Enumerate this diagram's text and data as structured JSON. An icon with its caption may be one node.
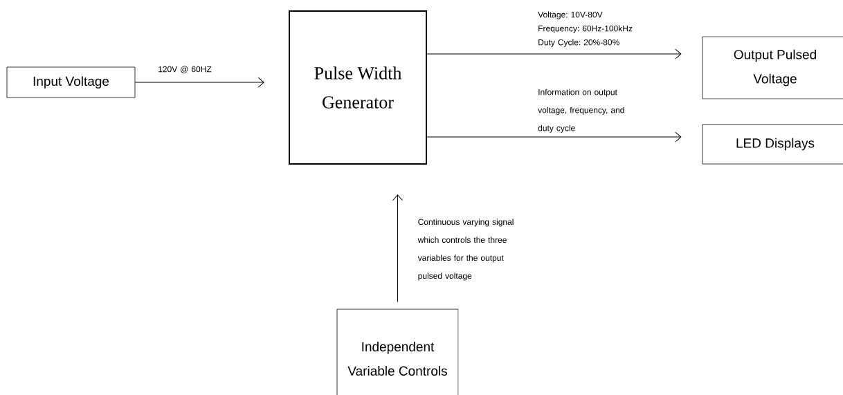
{
  "diagram": {
    "nodes": [
      {
        "text": [
          "Input Voltage"
        ]
      },
      {
        "text": [
          "Pulse Width Generator"
        ]
      },
      {
        "text": [
          "Output Pulsed Voltage"
        ]
      },
      {
        "text": [
          "LED Displays"
        ]
      },
      {
        "text": [
          "Independent Variable Controls"
        ]
      }
    ],
    "edges": [
      {
        "from": 0,
        "to": 1,
        "arrow": "to",
        "label": "120V @ 60HZ"
      },
      {
        "from": 1,
        "to": 2,
        "arrow": "to",
        "label": "Voltage: 10V-80V Frequency: 60Hz-100kHz Duty Cycle: 20%-80%"
      },
      {
        "from": 1,
        "to": 3,
        "arrow": "to",
        "label": "Information on output voltage, frequency, and duty cycle"
      },
      {
        "from": 4,
        "to": 1,
        "arrow": "to",
        "label": "Continuous varying signal which controls the three variables for the output pulsed voltage"
      }
    ]
  }
}
